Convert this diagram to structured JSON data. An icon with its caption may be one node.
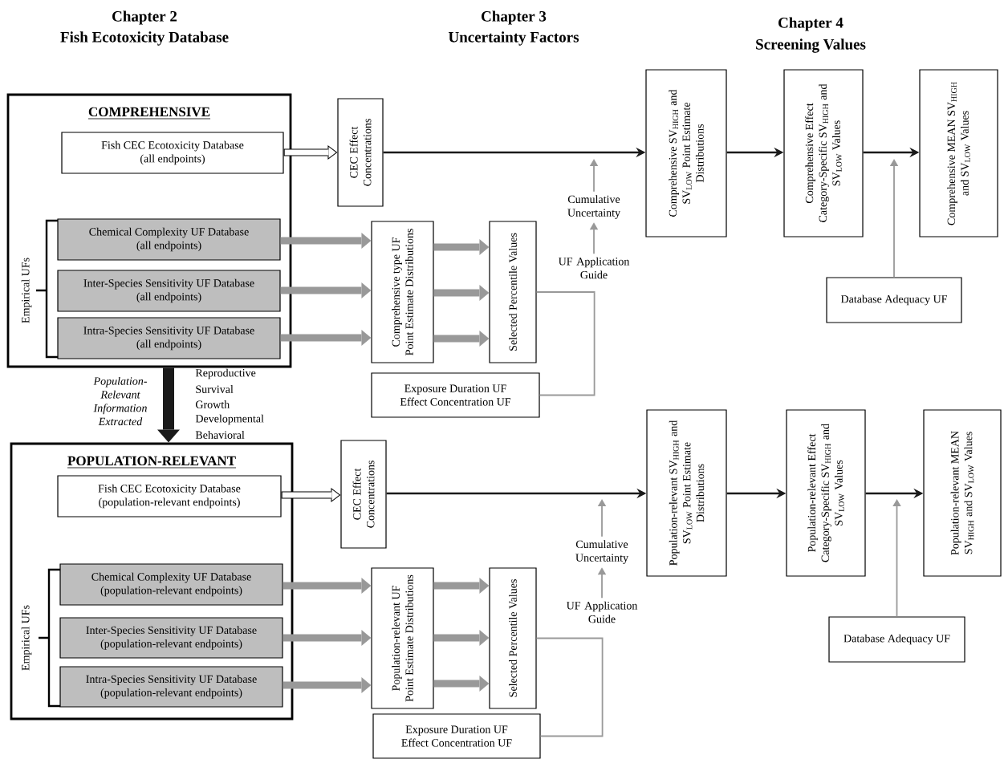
{
  "diagram": {
    "nodes": [
      {
        "text": [
          "COMPREHENSIVE"
        ]
      },
      {
        "text": [
          "Fish CEC Ecotoxicity Database",
          "(all endpoints)"
        ],
        "in": 0
      },
      {
        "text": [
          "Chemical Complexity UF Database",
          "(all endpoints)"
        ],
        "in": 0
      },
      {
        "text": [
          "Inter-Species Sensitivity UF Database",
          "(all endpoints)"
        ],
        "in": 0
      },
      {
        "text": [
          "Intra-Species Sensitivity UF Database",
          "(all endpoints)"
        ],
        "in": 0
      },
      {
        "text": [
          "CEC Effect Concentrations"
        ]
      },
      {
        "text": [
          "Comprehensive type UF Point Estimate Distributions"
        ]
      },
      {
        "text": [
          "Selected Percentile Values"
        ]
      },
      {
        "text": [
          "Exposure Duration UF",
          "Effect Concentration UF"
        ]
      },
      {
        "text": [
          "Cumulative Uncertainty"
        ]
      },
      {
        "text": [
          "UF Application Guide"
        ]
      },
      {
        "text": [
          "Comprehensive SV$_{HIGH}$ and SV$_{LOW}$ Point Estimate Distributions"
        ]
      },
      {
        "text": [
          "Comprehensive Effect Category-Specific SV$_{HIGH}$ and SV$_{LOW}$ Values"
        ]
      },
      {
        "text": [
          "Comprehensive MEAN SV$_{HIGH}$ and SV$_{LOW}$ Values"
        ]
      },
      {
        "text": [
          "Database Adequacy UF"
        ]
      },
      {
        "text": [
          "POPULATION-RELEVANT"
        ]
      },
      {
        "text": [
          "Fish CEC Ecotoxicity Database",
          "(population-relevant endpoints)"
        ],
        "in": 15
      },
      {
        "text": [
          "Chemical Complexity UF Database",
          "(population-relevant endpoints)"
        ],
        "in": 15
      },
      {
        "text": [
          "Inter-Species Sensitivity UF Database",
          "(population-relevant endpoints)"
        ],
        "in": 15
      },
      {
        "text": [
          "Intra-Species Sensitivity UF Database",
          "(population-relevant endpoints)"
        ],
        "in": 15
      },
      {
        "text": [
          "CEC Effect Concentrations"
        ]
      },
      {
        "text": [
          "Population-relevant UF Point Estimate Distributions"
        ]
      },
      {
        "text": [
          "Selected Percentile Values"
        ]
      },
      {
        "text": [
          "Exposure Duration UF",
          "Effect Concentration UF"
        ]
      },
      {
        "text": [
          "Cumulative Uncertainty"
        ]
      },
      {
        "text": [
          "UF Application Guide"
        ]
      },
      {
        "text": [
          "Population-relevant SV$_{HIGH}$ and SV$_{LOW}$ Point Estimate Distributions"
        ]
      },
      {
        "text": [
          "Population-relevant Effect Category-Specific SV$_{HIGH}$ and SV$_{LOW}$ Values"
        ]
      },
      {
        "text": [
          "Population-relevant MEAN SV$_{HIGH}$ and SV$_{LOW}$ Values"
        ]
      },
      {
        "text": [
          "Database Adequacy UF"
        ]
      }
    ],
    "edges": [
      {
        "from": 1,
        "to": 5,
        "arrow": "to",
        "color": "#000000"
      },
      {
        "from": 2,
        "to": 6,
        "arrow": "to"
      },
      {
        "from": 3,
        "to": 6,
        "arrow": "to"
      },
      {
        "from": 4,
        "to": 6,
        "arrow": "to"
      },
      {
        "from": 6,
        "to": 7,
        "arrow": "to"
      },
      {
        "from": 6,
        "to": 7,
        "arrow": "to"
      },
      {
        "from": 6,
        "to": 7,
        "arrow": "to"
      },
      {
        "from": 7,
        "to": 8,
        "arrow": "none"
      },
      {
        "from": 10,
        "to": 9,
        "arrow": "to"
      },
      {
        "from": 9,
        "to": null,
        "arrow": "to"
      },
      {
        "from": 5,
        "to": 11,
        "arrow": "to",
        "color": "#1a1a1a"
      },
      {
        "from": 11,
        "to": 12,
        "arrow": "to",
        "color": "#1a1a1a"
      },
      {
        "from": 12,
        "to": 13,
        "arrow": "to",
        "color": "#1a1a1a"
      },
      {
        "from": 14,
        "to": null,
        "arrow": "to"
      },
      {
        "from": 0,
        "to": 15,
        "arrow": "to",
        "color": "#1a1a1a",
        "label": "Population-Relevant Information Extracted"
      },
      {
        "from": 16,
        "to": 20,
        "arrow": "to",
        "color": "#000000"
      },
      {
        "from": 17,
        "to": 21,
        "arrow": "to"
      },
      {
        "from": 18,
        "to": 21,
        "arrow": "to"
      },
      {
        "from": 19,
        "to": 21,
        "arrow": "to"
      },
      {
        "from": 21,
        "to": 22,
        "arrow": "to"
      },
      {
        "from": 21,
        "to": 22,
        "arrow": "to"
      },
      {
        "from": 21,
        "to": 22,
        "arrow": "to"
      },
      {
        "from": 22,
        "to": 23,
        "arrow": "none"
      },
      {
        "from": 25,
        "to": 24,
        "arrow": "to"
      },
      {
        "from": 24,
        "to": null,
        "arrow": "to"
      },
      {
        "from": 20,
        "to": 26,
        "arrow": "to",
        "color": "#1a1a1a"
      },
      {
        "from": 26,
        "to": 27,
        "arrow": "to",
        "color": "#1a1a1a"
      },
      {
        "from": 27,
        "to": 28,
        "arrow": "to",
        "color": "#1a1a1a"
      },
      {
        "from": 29,
        "to": null,
        "arrow": "to"
      }
    ],
    "labels": [
      "Chapter 2",
      "Fish Ecotoxicity Database",
      "Chapter 3",
      "Uncertainty Factors",
      "Chapter 4",
      "Screening Values",
      "Empirical UFs",
      "Reproductive",
      "Survival",
      "Growth",
      "Developmental",
      "Behavioral",
      "Empirical UFs"
    ]
  }
}
